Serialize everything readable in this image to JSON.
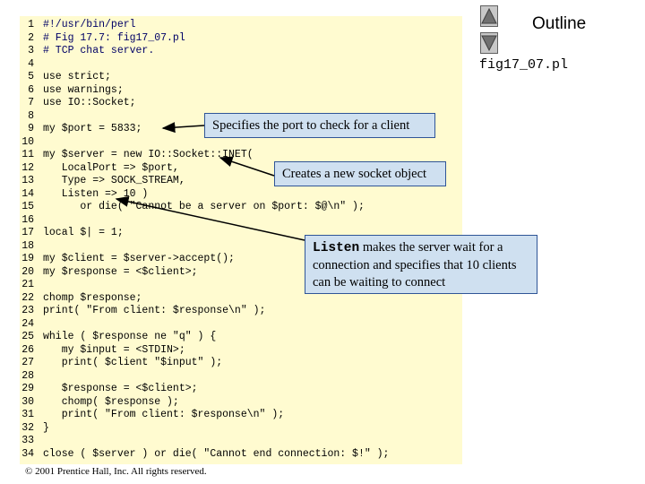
{
  "outline_title": "Outline",
  "file_name": "fig17_07.pl",
  "nav": {
    "up_icon": "triangle-up-icon",
    "down_icon": "triangle-down-icon"
  },
  "code_lines": [
    {
      "n": "1",
      "text": "#!/usr/bin/perl"
    },
    {
      "n": "2",
      "text": "# Fig 17.7: fig17_07.pl"
    },
    {
      "n": "3",
      "text": "# TCP chat server."
    },
    {
      "n": "4",
      "text": ""
    },
    {
      "n": "5",
      "text": "use strict;"
    },
    {
      "n": "6",
      "text": "use warnings;"
    },
    {
      "n": "7",
      "text": "use IO::Socket;"
    },
    {
      "n": "8",
      "text": ""
    },
    {
      "n": "9",
      "text": "my $port = 5833;"
    },
    {
      "n": "10",
      "text": ""
    },
    {
      "n": "11",
      "text": "my $server = new IO::Socket::INET("
    },
    {
      "n": "12",
      "text": "   LocalPort => $port,"
    },
    {
      "n": "13",
      "text": "   Type => SOCK_STREAM,"
    },
    {
      "n": "14",
      "text": "   Listen => 10 )"
    },
    {
      "n": "15",
      "text": "      or die( \"Cannot be a server on $port: $@\\n\" );"
    },
    {
      "n": "16",
      "text": ""
    },
    {
      "n": "17",
      "text": "local $| = 1;"
    },
    {
      "n": "18",
      "text": ""
    },
    {
      "n": "19",
      "text": "my $client = $server->accept();"
    },
    {
      "n": "20",
      "text": "my $response = <$client>;"
    },
    {
      "n": "21",
      "text": ""
    },
    {
      "n": "22",
      "text": "chomp $response;"
    },
    {
      "n": "23",
      "text": "print( \"From client: $response\\n\" );"
    },
    {
      "n": "24",
      "text": ""
    },
    {
      "n": "25",
      "text": "while ( $response ne \"q\" ) {"
    },
    {
      "n": "26",
      "text": "   my $input = <STDIN>;"
    },
    {
      "n": "27",
      "text": "   print( $client \"$input\" );"
    },
    {
      "n": "28",
      "text": ""
    },
    {
      "n": "29",
      "text": "   $response = <$client>;"
    },
    {
      "n": "30",
      "text": "   chomp( $response );"
    },
    {
      "n": "31",
      "text": "   print( \"From client: $response\\n\" );"
    },
    {
      "n": "32",
      "text": "}"
    },
    {
      "n": "33",
      "text": ""
    },
    {
      "n": "34",
      "text": "close ( $server ) or die( \"Cannot end connection: $!\" );"
    }
  ],
  "callouts": {
    "port": "Specifies the port to check for a client",
    "socket": "Creates a new socket object",
    "listen_keyword": "Listen",
    "listen_rest": " makes the server wait for a connection and specifies that 10 clients can be waiting to connect"
  },
  "footer": "© 2001 Prentice Hall, Inc.  All rights reserved."
}
